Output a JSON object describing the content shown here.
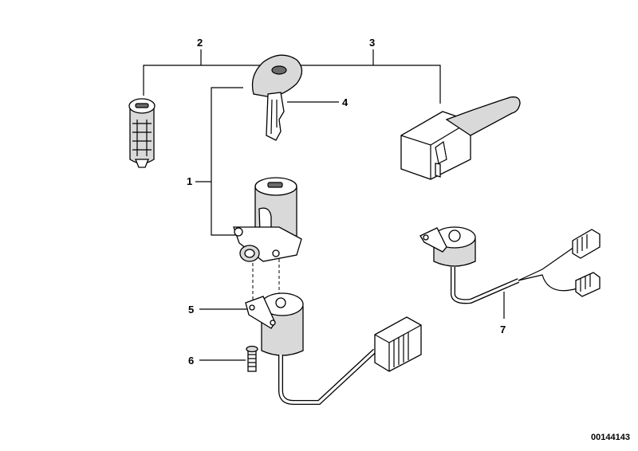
{
  "diagram": {
    "callouts": [
      {
        "id": "1",
        "label": "1"
      },
      {
        "id": "2",
        "label": "2"
      },
      {
        "id": "3",
        "label": "3"
      },
      {
        "id": "4",
        "label": "4"
      },
      {
        "id": "5",
        "label": "5"
      },
      {
        "id": "6",
        "label": "6"
      },
      {
        "id": "7",
        "label": "7"
      }
    ],
    "document_number": "00144143"
  }
}
